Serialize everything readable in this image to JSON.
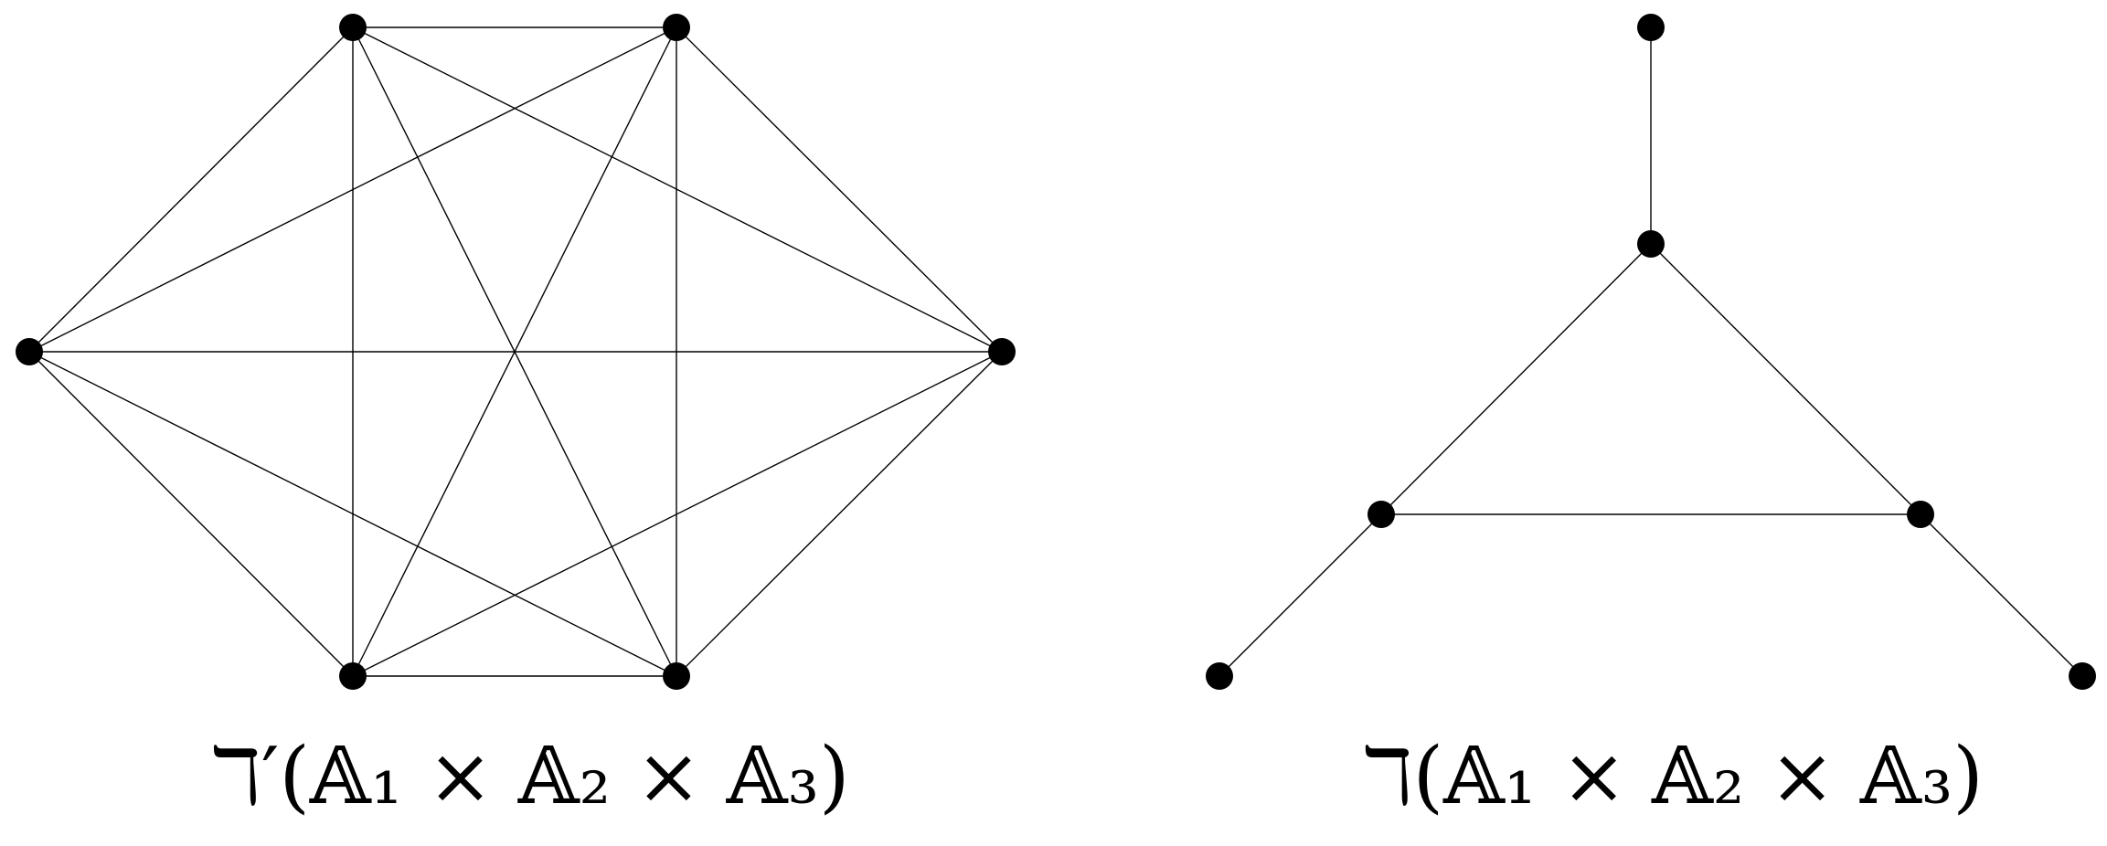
{
  "colors": {
    "background": "#ffffff",
    "ink": "#000000"
  },
  "left_graph": {
    "caption": "ℸ′(𝔸₁ × 𝔸₂ × 𝔸₃)",
    "nodes": [
      "n1",
      "n2",
      "n3",
      "n4",
      "n5",
      "n6"
    ],
    "edges": [
      [
        "n1",
        "n2"
      ],
      [
        "n1",
        "n3"
      ],
      [
        "n1",
        "n4"
      ],
      [
        "n1",
        "n5"
      ],
      [
        "n1",
        "n6"
      ],
      [
        "n2",
        "n3"
      ],
      [
        "n2",
        "n4"
      ],
      [
        "n2",
        "n5"
      ],
      [
        "n2",
        "n6"
      ],
      [
        "n3",
        "n4"
      ],
      [
        "n3",
        "n5"
      ],
      [
        "n3",
        "n6"
      ],
      [
        "n4",
        "n5"
      ],
      [
        "n4",
        "n6"
      ],
      [
        "n5",
        "n6"
      ]
    ]
  },
  "right_graph": {
    "caption": "ℸ(𝔸₁ × 𝔸₂ × 𝔸₃)",
    "nodes": [
      "top",
      "center",
      "left",
      "right",
      "bottom-left",
      "bottom-right"
    ],
    "edges": [
      [
        "top",
        "center"
      ],
      [
        "center",
        "left"
      ],
      [
        "center",
        "right"
      ],
      [
        "left",
        "right"
      ],
      [
        "left",
        "bottom-left"
      ],
      [
        "right",
        "bottom-right"
      ]
    ]
  }
}
